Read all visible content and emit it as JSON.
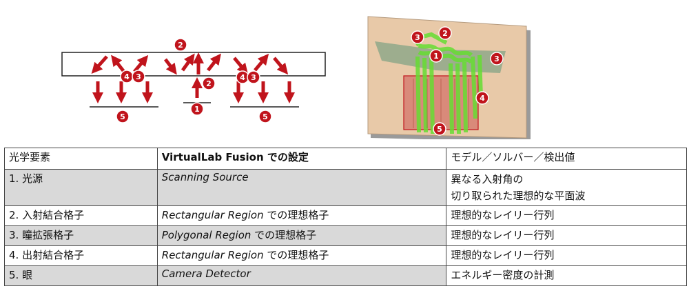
{
  "diagram": {
    "badges_left": [
      "2",
      "4",
      "3",
      "2",
      "1",
      "4",
      "3",
      "5",
      "5"
    ],
    "badges_right": [
      "3",
      "2",
      "1",
      "3",
      "4",
      "5"
    ],
    "colors": {
      "arrow": "#c0141c",
      "badge": "#c0141c",
      "green": "#66dd33",
      "plate": "#e8c9a8"
    }
  },
  "table": {
    "headers": [
      "光学要素",
      "VirtualLab Fusion での設定",
      "モデル／ソルバー／検出値"
    ],
    "rows": [
      {
        "element": "1. 光源",
        "setting": "Scanning Source",
        "setting_suffix": "",
        "model": [
          "異なる入射角の",
          "切り取られた理想的な平面波"
        ]
      },
      {
        "element": "2. 入射結合格子",
        "setting": "Rectangular Region",
        "setting_suffix": " での理想格子",
        "model": [
          "理想的なレイリー行列"
        ]
      },
      {
        "element": "3. 瞳拡張格子",
        "setting": "Polygonal Region",
        "setting_suffix": " での理想格子",
        "model": [
          "理想的なレイリー行列"
        ]
      },
      {
        "element": "4. 出射結合格子",
        "setting": "Rectangular Region",
        "setting_suffix": " での理想格子",
        "model": [
          "理想的なレイリー行列"
        ]
      },
      {
        "element": "5. 眼",
        "setting": "Camera Detector",
        "setting_suffix": "",
        "model": [
          "エネルギー密度の計測"
        ]
      }
    ]
  }
}
